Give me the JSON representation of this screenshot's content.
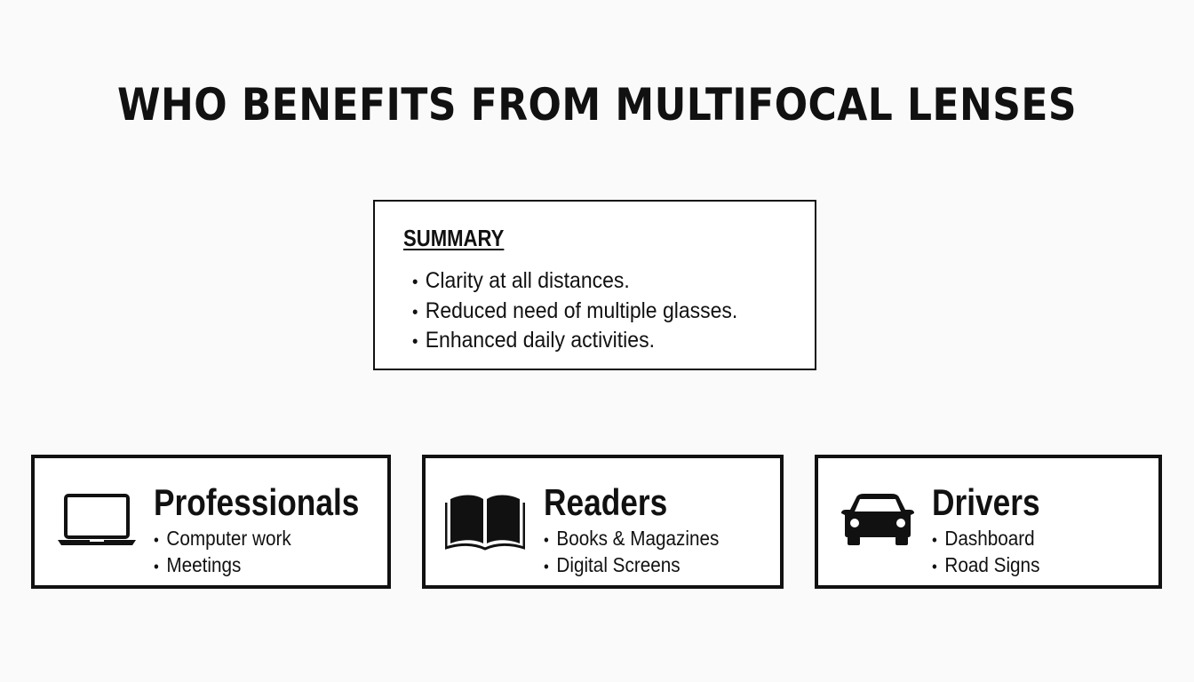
{
  "title": "WHO BENEFITS FROM MULTIFOCAL LENSES",
  "summary": {
    "heading": "SUMMARY",
    "items": [
      "Clarity at all distances.",
      "Reduced need of multiple glasses.",
      "Enhanced daily activities."
    ]
  },
  "groups": [
    {
      "icon": "laptop-icon",
      "title": "Professionals",
      "items": [
        "Computer work",
        "Meetings"
      ]
    },
    {
      "icon": "open-book-icon",
      "title": "Readers",
      "items": [
        "Books & Magazines",
        "Digital Screens"
      ]
    },
    {
      "icon": "car-icon",
      "title": "Drivers",
      "items": [
        "Dashboard",
        "Road Signs"
      ]
    }
  ],
  "colors": {
    "ink": "#111111",
    "background": "#fafafa"
  }
}
